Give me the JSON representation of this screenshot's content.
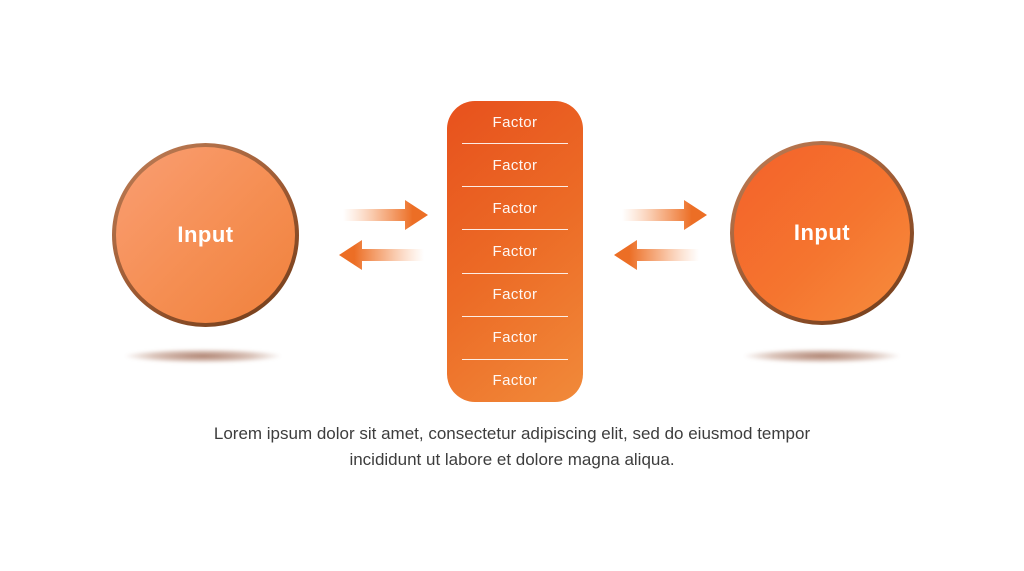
{
  "diagram": {
    "left_circle": {
      "label": "Input"
    },
    "right_circle": {
      "label": "Input"
    },
    "factor_box": {
      "items": [
        "Factor",
        "Factor",
        "Factor",
        "Factor",
        "Factor",
        "Factor",
        "Factor"
      ]
    },
    "caption": {
      "line1": "Lorem ipsum dolor sit amet, consectetur adipiscing elit, sed do eiusmod tempor",
      "line2": "incididunt ut labore et dolore magna aliqua."
    },
    "colors": {
      "box_gradient_start": "#e7511d",
      "box_gradient_end": "#f18a3a",
      "left_circle_gradient_start": "#fa9e73",
      "left_circle_gradient_end": "#f0813c",
      "right_circle_gradient_start": "#f4612a",
      "right_circle_gradient_end": "#f78d3e",
      "circle_ring": "#7b421e",
      "arrow_orange": "#ec6e25",
      "caption_text": "#3d3d3d",
      "background": "#ffffff"
    }
  }
}
